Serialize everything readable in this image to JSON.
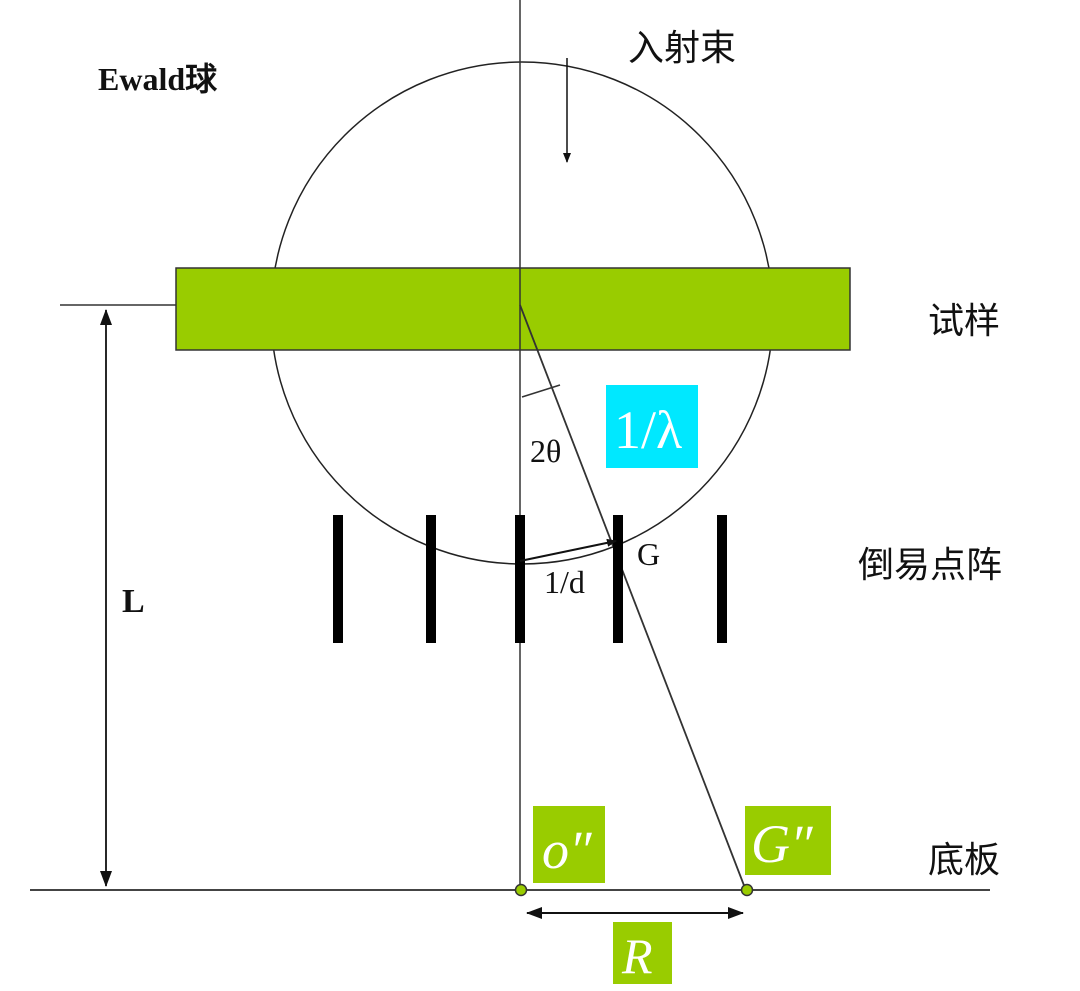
{
  "labels": {
    "ewald": "Ewald球",
    "incident_beam": "入射束",
    "sample": "试样",
    "reciprocal_lattice": "倒易点阵",
    "plate": "底板",
    "L": "L",
    "two_theta": "2θ",
    "inv_lambda": "1/λ",
    "inv_d": "1/d",
    "G": "G",
    "o_pp": "o″",
    "G_pp": "G″",
    "R": "R"
  },
  "colors": {
    "sample": "#99cc00",
    "label_box": "#99cc00",
    "lambda_box": "#00e8ff"
  }
}
